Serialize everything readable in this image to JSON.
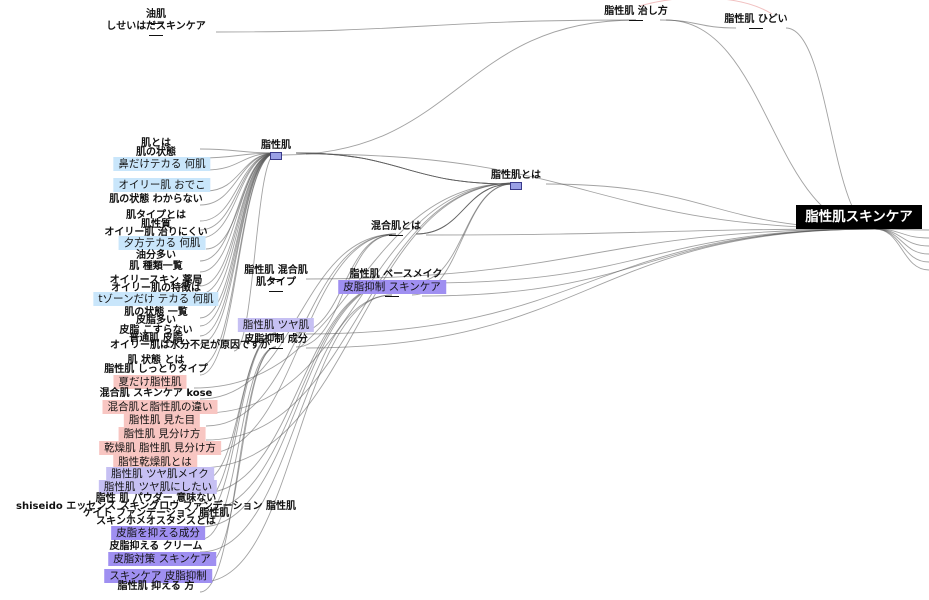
{
  "root": {
    "label": "脂性肌スキンケア"
  },
  "hubs": [
    {
      "id": "oily",
      "label": "脂性肌"
    },
    {
      "id": "what",
      "label": "脂性肌とは"
    },
    {
      "id": "mixed",
      "label": "混合肌とは"
    },
    {
      "id": "cure",
      "label": "脂性肌 治し方"
    },
    {
      "id": "bad",
      "label": "脂性肌 ひどい"
    },
    {
      "id": "base",
      "label": "脂性肌 ベースメイク"
    },
    {
      "id": "sebum",
      "label": "皮脂抑制 スキンケア"
    },
    {
      "id": "mixtype",
      "label": "脂性肌 混合肌"
    },
    {
      "id": "type",
      "label": "肌タイプ"
    },
    {
      "id": "tsuya",
      "label": "脂性肌 ツヤ肌"
    },
    {
      "id": "component",
      "label": "皮脂抑制 成分"
    },
    {
      "id": "yuhada",
      "label": "油肌"
    },
    {
      "id": "shisei",
      "label": "しせいはだスキンケア"
    }
  ],
  "leaves": [
    {
      "label": "肌とは",
      "style": "plain"
    },
    {
      "label": "肌の状態",
      "style": "plain"
    },
    {
      "label": "鼻だけテカる 何肌",
      "style": "blue"
    },
    {
      "label": "オイリー肌 おでこ",
      "style": "blue"
    },
    {
      "label": "肌の状態 わからない",
      "style": "plain"
    },
    {
      "label": "肌タイプとは",
      "style": "plain"
    },
    {
      "label": "肌性質",
      "style": "plain"
    },
    {
      "label": "オイリー肌 治りにくい",
      "style": "plain"
    },
    {
      "label": "夕方テカる 何肌",
      "style": "blue"
    },
    {
      "label": "油分多い",
      "style": "plain"
    },
    {
      "label": "肌 種類一覧",
      "style": "plain"
    },
    {
      "label": "オイリースキン 薬局",
      "style": "plain"
    },
    {
      "label": "オイリー肌の特徴は",
      "style": "plain"
    },
    {
      "label": "tゾーンだけ テカる 何肌",
      "style": "blue"
    },
    {
      "label": "肌の状態 一覧",
      "style": "plain"
    },
    {
      "label": "皮脂多い",
      "style": "plain"
    },
    {
      "label": "皮脂 こすらない",
      "style": "plain"
    },
    {
      "label": "普通肌 皮脂",
      "style": "plain"
    },
    {
      "label": "オイリー肌は水分不足が原因ですか",
      "style": "plain"
    },
    {
      "label": "肌 状態 とは",
      "style": "plain"
    },
    {
      "label": "脂性肌 しっとりタイプ",
      "style": "plain"
    },
    {
      "label": "夏だけ脂性肌",
      "style": "pink"
    },
    {
      "label": "混合肌 スキンケア kose",
      "style": "plain"
    },
    {
      "label": "混合肌と脂性肌の違い",
      "style": "pink"
    },
    {
      "label": "脂性肌 見た目",
      "style": "pink"
    },
    {
      "label": "脂性肌 見分け方",
      "style": "pink"
    },
    {
      "label": "乾燥肌 脂性肌 見分け方",
      "style": "pink"
    },
    {
      "label": "脂性乾燥肌とは",
      "style": "pink"
    },
    {
      "label": "脂性肌 ツヤ肌メイク",
      "style": "lav"
    },
    {
      "label": "脂性肌 ツヤ肌にしたい",
      "style": "lav"
    },
    {
      "label": "脂性 肌 パウダー 意味ない",
      "style": "plain"
    },
    {
      "label": "shiseido エッセンス スキングロウ ファンデーション 脂性肌",
      "style": "plain"
    },
    {
      "label": "ケイト ファンデーション 脂性肌",
      "style": "plain"
    },
    {
      "label": "スキンホメオスタシスとは",
      "style": "plain"
    },
    {
      "label": "皮脂を抑える成分",
      "style": "purple"
    },
    {
      "label": "皮脂抑える クリーム",
      "style": "plain"
    },
    {
      "label": "皮脂対策 スキンケア",
      "style": "purple"
    },
    {
      "label": "スキンケア 皮脂抑制",
      "style": "purple"
    },
    {
      "label": "脂性肌 抑える 方",
      "style": "plain"
    }
  ],
  "colors": {
    "blue": "#c9e6fb",
    "pink": "#f8c6c2",
    "lavender": "#c6c0f3",
    "purple": "#9f8ff1",
    "root_bg": "#000000",
    "edge": "#555555"
  }
}
